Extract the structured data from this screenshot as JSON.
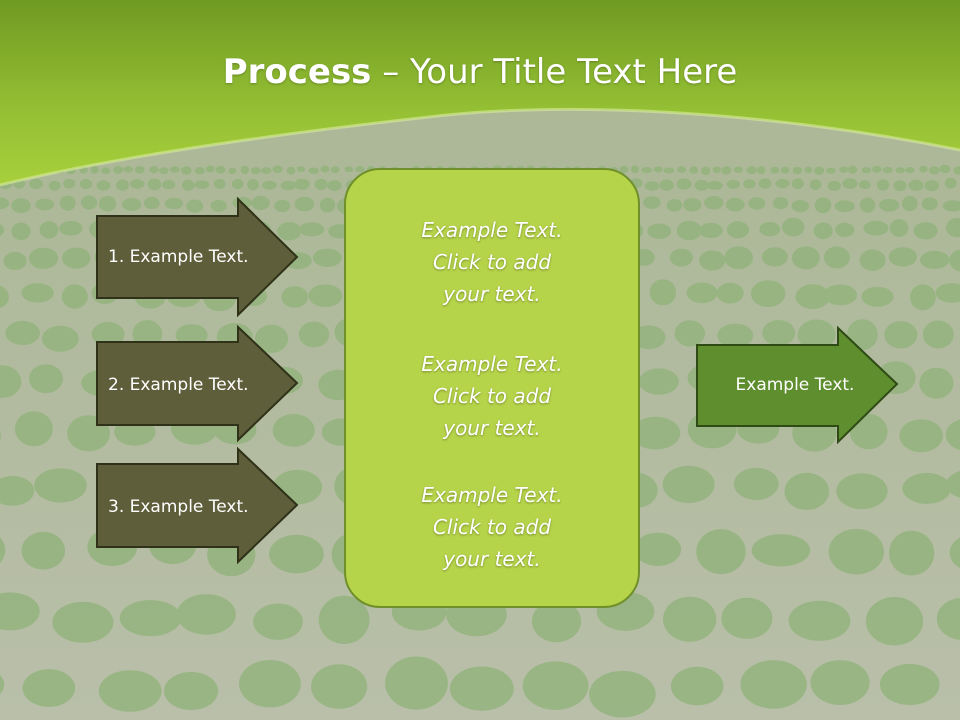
{
  "slide": {
    "title_bold": "Process",
    "title_rest": " – Your Title Text Here",
    "left_arrows": [
      {
        "label": "1. Example Text."
      },
      {
        "label": "2. Example Text."
      },
      {
        "label": "3. Example Text."
      }
    ],
    "center_box": {
      "blocks": [
        {
          "lines": [
            "Example Text.",
            "Click  to add",
            "your text."
          ]
        },
        {
          "lines": [
            "Example Text.",
            "Click  to add",
            "your text."
          ]
        },
        {
          "lines": [
            "Example Text.",
            "Click  to add",
            "your text."
          ]
        }
      ]
    },
    "right_arrow": {
      "label": "Example Text."
    }
  },
  "colors": {
    "header_green": "#9cc43a",
    "left_arrow_fill": "#5e5e3a",
    "center_box_fill": "#b6d44a",
    "right_arrow_fill": "#5e8e2e",
    "text": "#ffffff"
  }
}
